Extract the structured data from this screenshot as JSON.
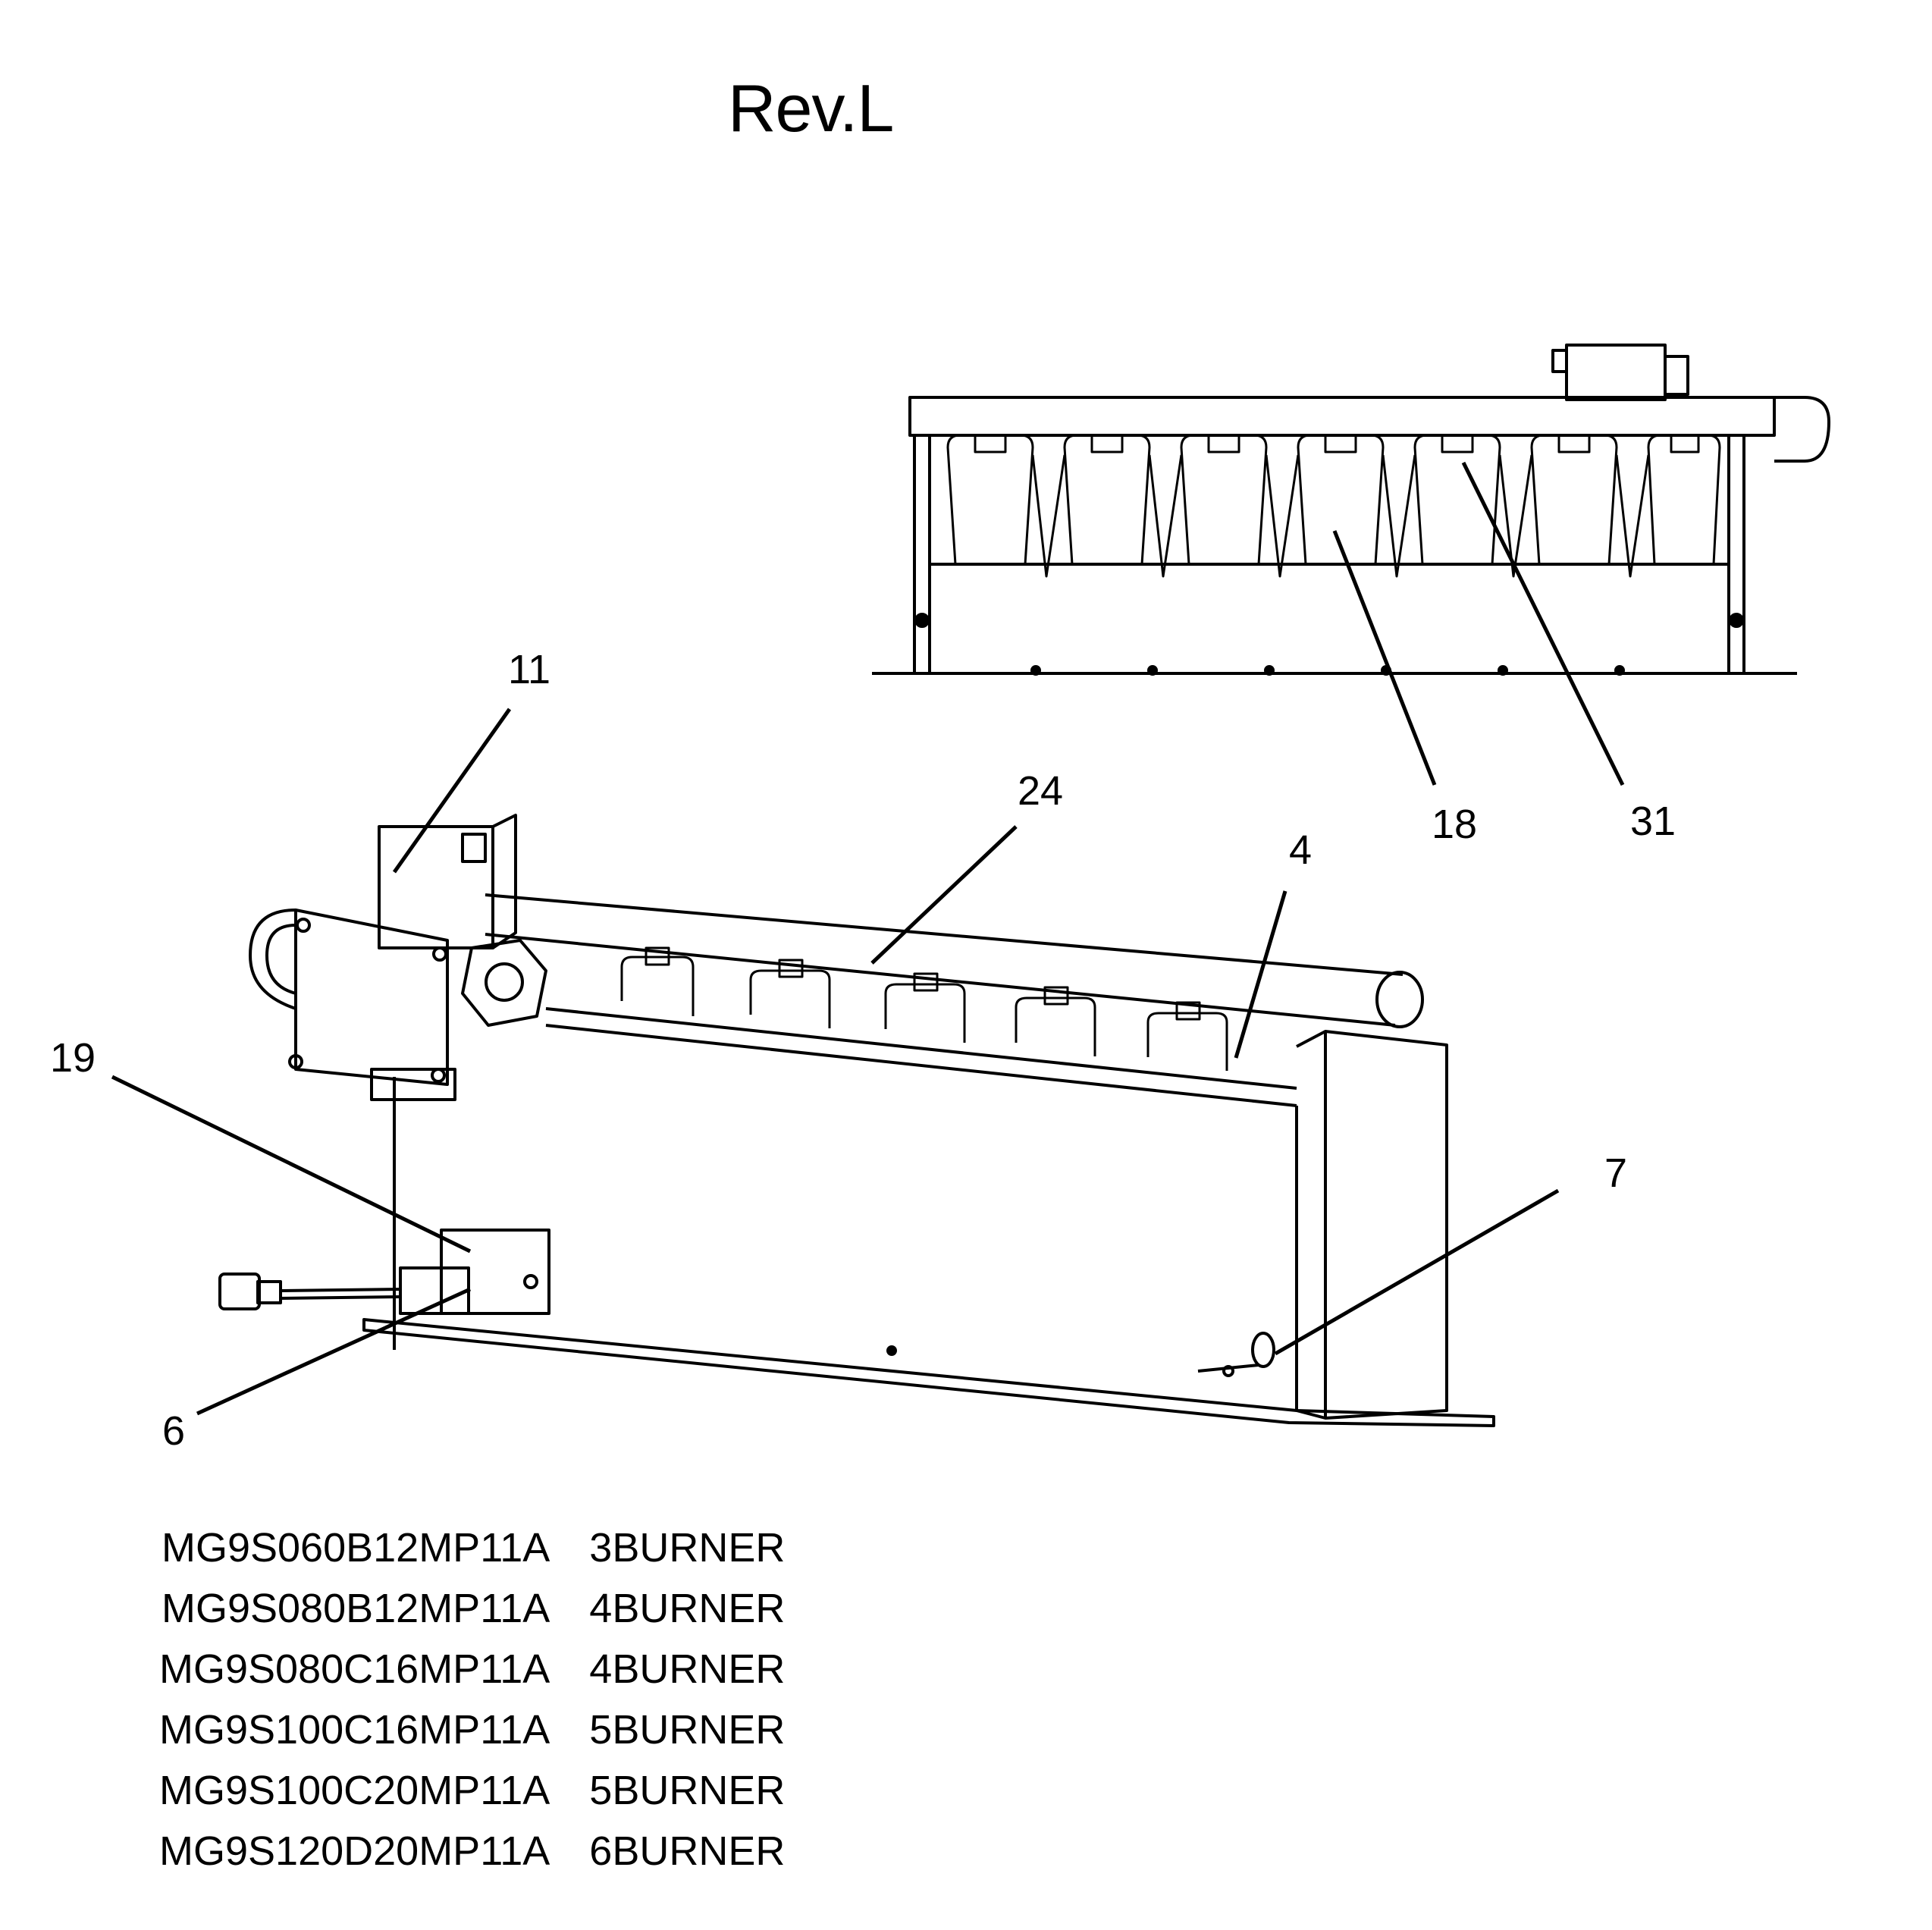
{
  "revision": "Rev.L",
  "callouts": [
    {
      "id": "11",
      "label": "11"
    },
    {
      "id": "24",
      "label": "24"
    },
    {
      "id": "4",
      "label": "4"
    },
    {
      "id": "18",
      "label": "18"
    },
    {
      "id": "31",
      "label": "31"
    },
    {
      "id": "19",
      "label": "19"
    },
    {
      "id": "7",
      "label": "7"
    },
    {
      "id": "6",
      "label": "6"
    }
  ],
  "models": [
    {
      "model": "MG9S060B12MP11A",
      "burner": "3BURNER"
    },
    {
      "model": "MG9S080B12MP11A",
      "burner": "4BURNER"
    },
    {
      "model": "MG9S080C16MP11A",
      "burner": "4BURNER"
    },
    {
      "model": "MG9S100C16MP11A",
      "burner": "5BURNER"
    },
    {
      "model": "MG9S100C20MP11A",
      "burner": "5BURNER"
    },
    {
      "model": "MG9S120D20MP11A",
      "burner": "6BURNER"
    }
  ]
}
